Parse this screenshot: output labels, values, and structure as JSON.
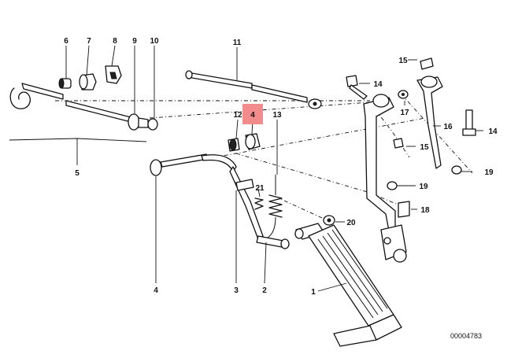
{
  "callouts": {
    "c1": "1",
    "c2": "2",
    "c3": "3",
    "c4a": "4",
    "c4b": "4",
    "c5": "5",
    "c6": "6",
    "c7": "7",
    "c8": "8",
    "c9": "9",
    "c10": "10",
    "c11": "11",
    "c12": "12",
    "c13": "13",
    "c14a": "14",
    "c14b": "14",
    "c15a": "15",
    "c15b": "15",
    "c16": "16",
    "c17": "17",
    "c18": "18",
    "c19a": "19",
    "c19b": "19",
    "c20": "20",
    "c21": "21"
  },
  "highlight": {
    "label": "4",
    "color": "#f28b8b"
  },
  "doc_id": "00004783"
}
